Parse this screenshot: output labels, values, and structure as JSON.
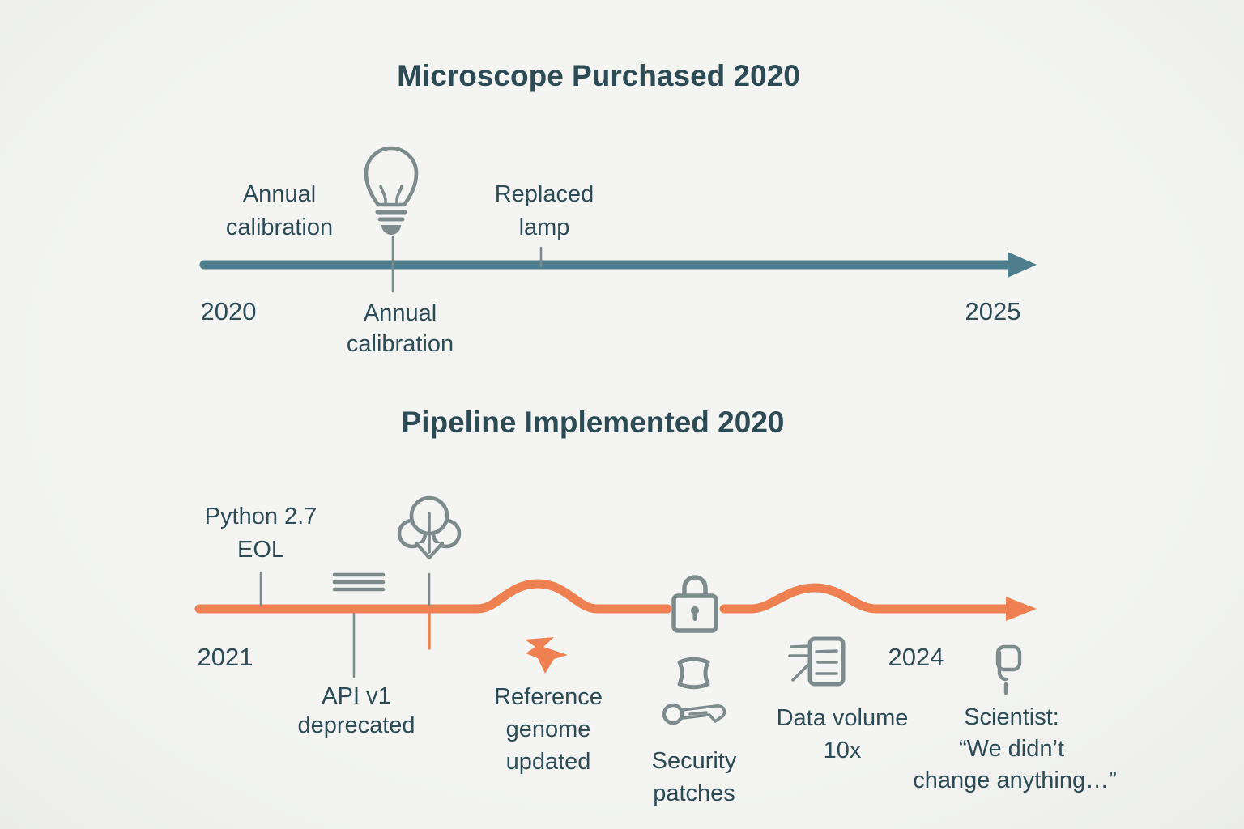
{
  "colors": {
    "background": "#f3f4f2",
    "teal_line": "#4e7e8b",
    "orange_line": "#ee8052",
    "text": "#2d4b55",
    "icon_gray": "#7d8b8d"
  },
  "microscope": {
    "title": "Microscope Purchased 2020",
    "axis_start": "2020",
    "axis_end": "2025",
    "events": [
      {
        "id": "annual-calibration-above",
        "lines": [
          "Annual",
          "calibration"
        ]
      },
      {
        "id": "annual-calibration-below",
        "icon": "lightbulb-icon",
        "lines": [
          "Annual",
          "calibration"
        ]
      },
      {
        "id": "replaced-lamp",
        "lines": [
          "Replaced",
          "lamp"
        ]
      }
    ]
  },
  "pipeline": {
    "title": "Pipeline Implemented 2020",
    "axis_start": "2021",
    "axis_mid": "2024",
    "events": [
      {
        "id": "python-27-eol",
        "lines": [
          "Python 2.7",
          "EOL"
        ]
      },
      {
        "id": "api-v1-deprecated",
        "icon": "menu-lines-icon",
        "lines": [
          "API v1",
          "deprecated"
        ]
      },
      {
        "id": "pipeline-download",
        "icon": "cloud-download-icon",
        "lines": []
      },
      {
        "id": "reference-genome-updated",
        "icon": "curved-down-arrow-icon",
        "lines": [
          "Reference",
          "genome",
          "updated"
        ]
      },
      {
        "id": "lock-on-timeline",
        "icon": "padlock-icon",
        "lines": []
      },
      {
        "id": "security-patches",
        "icon": "patch-and-key-icons",
        "lines": [
          "Security",
          "patches"
        ]
      },
      {
        "id": "data-volume",
        "icon": "data-document-icon",
        "lines": [
          "Data volume",
          "10x"
        ]
      },
      {
        "id": "scientist-quote",
        "icon": "flag-marker-icon",
        "lines": [
          "Scientist:",
          "“We didn’t",
          "change anything…”"
        ]
      }
    ]
  }
}
